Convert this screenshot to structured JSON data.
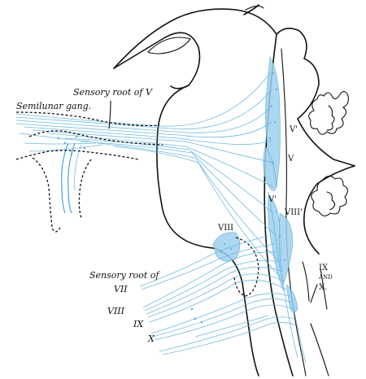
{
  "labels": {
    "sensory_root_v": "Sensory root of V",
    "semilunar_gang": "Semilunar gang.",
    "v_prime_top": "V'",
    "v_main": "V",
    "v_prime_low": "V'",
    "viii_prime": "VIII'",
    "viii_nucleus": "VIII",
    "ix_and_x_ix": "IX",
    "ix_and_x_and": "AND",
    "ix_and_x_x": "X.",
    "sensory_root_of": "Sensory root of",
    "vii": "VII",
    "viii": "VIII",
    "ix": "IX",
    "x": "X"
  },
  "colors": {
    "outline": "#111111",
    "fiber": "#5fb3dd",
    "nucleus": "#9fd1ee"
  }
}
